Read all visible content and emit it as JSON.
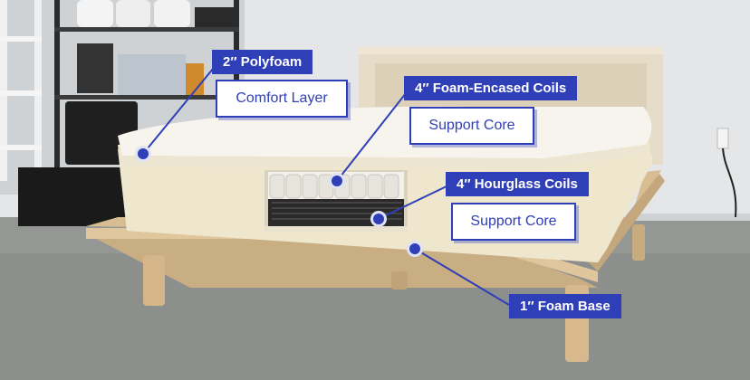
{
  "callouts": {
    "polyfoam": {
      "title": "2″ Polyfoam",
      "subtitle": "Comfort Layer"
    },
    "foam_encased_coils": {
      "title": "4″ Foam-Encased Coils",
      "subtitle": "Support Core"
    },
    "hourglass_coils": {
      "title": "4″ Hourglass Coils",
      "subtitle": "Support Core"
    },
    "foam_base": {
      "title": "1″ Foam Base"
    }
  },
  "colors": {
    "accent": "#2f3fb8",
    "label_text": "#ffffff",
    "sub_background": "#ffffff"
  }
}
